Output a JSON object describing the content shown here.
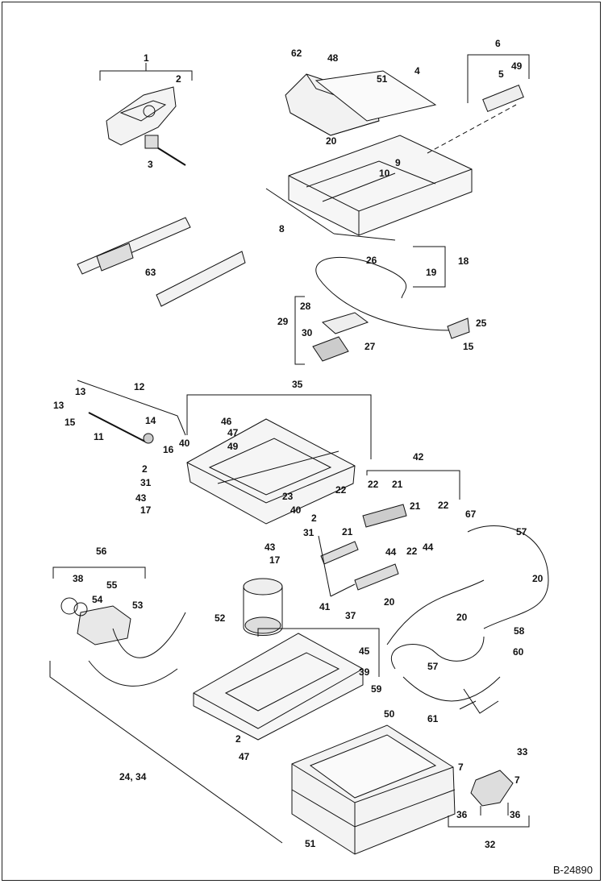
{
  "figure_id": "B-24890",
  "callouts": [
    {
      "id": "c1",
      "text": "1"
    },
    {
      "id": "c2a",
      "text": "2"
    },
    {
      "id": "c3",
      "text": "3"
    },
    {
      "id": "c62",
      "text": "62"
    },
    {
      "id": "c48",
      "text": "48"
    },
    {
      "id": "c51a",
      "text": "51"
    },
    {
      "id": "c4",
      "text": "4"
    },
    {
      "id": "c6",
      "text": "6"
    },
    {
      "id": "c49a",
      "text": "49"
    },
    {
      "id": "c5",
      "text": "5"
    },
    {
      "id": "c20a",
      "text": "20"
    },
    {
      "id": "c9",
      "text": "9"
    },
    {
      "id": "c10",
      "text": "10"
    },
    {
      "id": "c8",
      "text": "8"
    },
    {
      "id": "c26",
      "text": "26"
    },
    {
      "id": "c18",
      "text": "18"
    },
    {
      "id": "c19",
      "text": "19"
    },
    {
      "id": "c63",
      "text": "63"
    },
    {
      "id": "c28",
      "text": "28"
    },
    {
      "id": "c29",
      "text": "29"
    },
    {
      "id": "c30",
      "text": "30"
    },
    {
      "id": "c27",
      "text": "27"
    },
    {
      "id": "c25",
      "text": "25"
    },
    {
      "id": "c15a",
      "text": "15"
    },
    {
      "id": "c12",
      "text": "12"
    },
    {
      "id": "c13a",
      "text": "13"
    },
    {
      "id": "c13b",
      "text": "13"
    },
    {
      "id": "c15b",
      "text": "15"
    },
    {
      "id": "c11",
      "text": "11"
    },
    {
      "id": "c14",
      "text": "14"
    },
    {
      "id": "c16",
      "text": "16"
    },
    {
      "id": "c35",
      "text": "35"
    },
    {
      "id": "c46",
      "text": "46"
    },
    {
      "id": "c47a",
      "text": "47"
    },
    {
      "id": "c49b",
      "text": "49"
    },
    {
      "id": "c40a",
      "text": "40"
    },
    {
      "id": "c2b",
      "text": "2"
    },
    {
      "id": "c31a",
      "text": "31"
    },
    {
      "id": "c43a",
      "text": "43"
    },
    {
      "id": "c17a",
      "text": "17"
    },
    {
      "id": "c23",
      "text": "23"
    },
    {
      "id": "c40b",
      "text": "40"
    },
    {
      "id": "c2c",
      "text": "2"
    },
    {
      "id": "c31b",
      "text": "31"
    },
    {
      "id": "c43b",
      "text": "43"
    },
    {
      "id": "c17b",
      "text": "17"
    },
    {
      "id": "c42",
      "text": "42"
    },
    {
      "id": "c22a",
      "text": "22"
    },
    {
      "id": "c22b",
      "text": "22"
    },
    {
      "id": "c21a",
      "text": "21"
    },
    {
      "id": "c21b",
      "text": "21"
    },
    {
      "id": "c21c",
      "text": "21"
    },
    {
      "id": "c22c",
      "text": "22"
    },
    {
      "id": "c22d",
      "text": "22"
    },
    {
      "id": "c44a",
      "text": "44"
    },
    {
      "id": "c44b",
      "text": "44"
    },
    {
      "id": "c67",
      "text": "67"
    },
    {
      "id": "c57a",
      "text": "57"
    },
    {
      "id": "c56",
      "text": "56"
    },
    {
      "id": "c38",
      "text": "38"
    },
    {
      "id": "c55",
      "text": "55"
    },
    {
      "id": "c54",
      "text": "54"
    },
    {
      "id": "c53",
      "text": "53"
    },
    {
      "id": "c52",
      "text": "52"
    },
    {
      "id": "c41",
      "text": "41"
    },
    {
      "id": "c20b",
      "text": "20"
    },
    {
      "id": "c20c",
      "text": "20"
    },
    {
      "id": "c20d",
      "text": "20"
    },
    {
      "id": "c58",
      "text": "58"
    },
    {
      "id": "c60",
      "text": "60"
    },
    {
      "id": "c37",
      "text": "37"
    },
    {
      "id": "c45",
      "text": "45"
    },
    {
      "id": "c39",
      "text": "39"
    },
    {
      "id": "c57b",
      "text": "57"
    },
    {
      "id": "c59",
      "text": "59"
    },
    {
      "id": "c61",
      "text": "61"
    },
    {
      "id": "c2d",
      "text": "2"
    },
    {
      "id": "c47b",
      "text": "47"
    },
    {
      "id": "c24",
      "text": "24, 34"
    },
    {
      "id": "c50",
      "text": "50"
    },
    {
      "id": "c33",
      "text": "33"
    },
    {
      "id": "c7a",
      "text": "7"
    },
    {
      "id": "c7b",
      "text": "7"
    },
    {
      "id": "c36a",
      "text": "36"
    },
    {
      "id": "c36b",
      "text": "36"
    },
    {
      "id": "c32",
      "text": "32"
    },
    {
      "id": "c51b",
      "text": "51"
    }
  ]
}
